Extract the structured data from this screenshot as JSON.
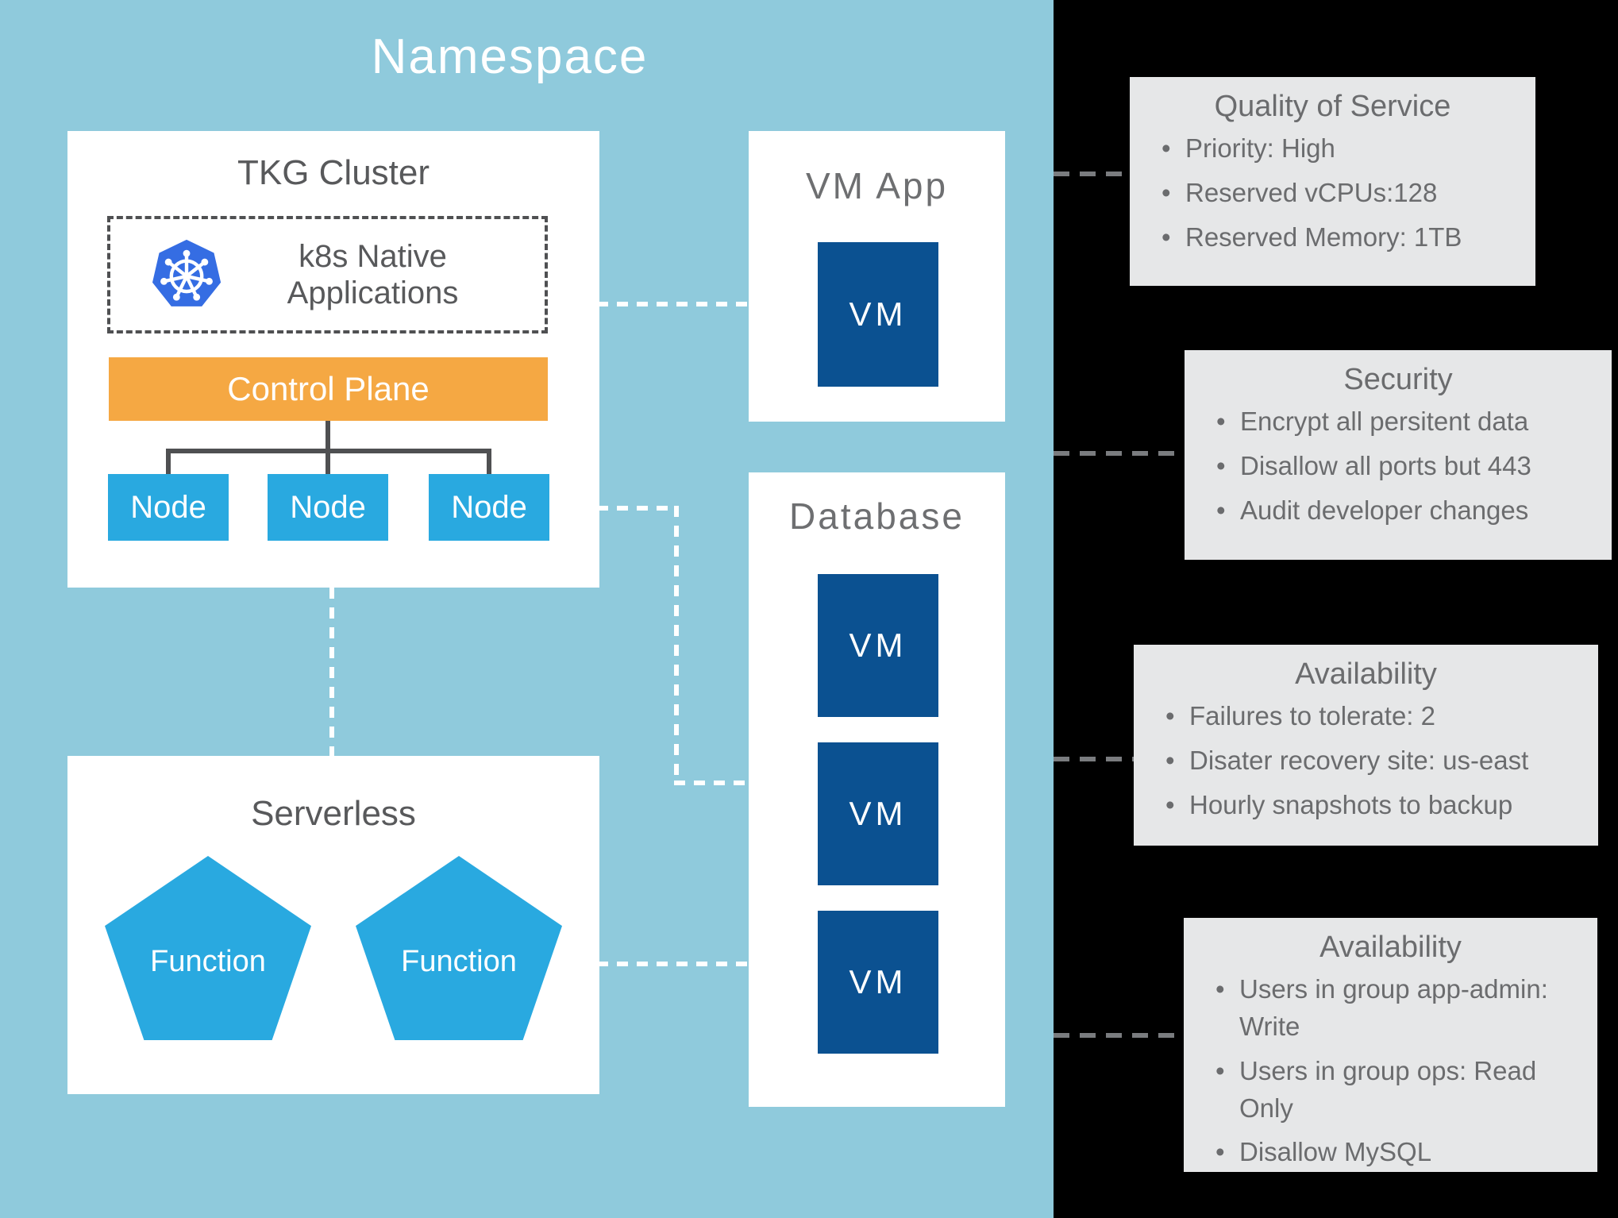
{
  "title": "Namespace",
  "tkg": {
    "title": "TKG Cluster",
    "k8s_apps_label": "k8s Native Applications",
    "control_plane_label": "Control Plane",
    "nodes": [
      "Node",
      "Node",
      "Node"
    ]
  },
  "vm_app": {
    "title": "VM App",
    "vm_label": "VM"
  },
  "database": {
    "title": "Database",
    "vms": [
      "VM",
      "VM",
      "VM"
    ]
  },
  "serverless": {
    "title": "Serverless",
    "functions": [
      "Function",
      "Function"
    ]
  },
  "panels": [
    {
      "title": "Quality of Service",
      "items": [
        "Priority: High",
        "Reserved vCPUs:128",
        "Reserved Memory: 1TB"
      ]
    },
    {
      "title": "Security",
      "items": [
        "Encrypt all persitent data",
        "Disallow all ports but 443",
        "Audit developer changes"
      ]
    },
    {
      "title": "Availability",
      "items": [
        "Failures to tolerate: 2",
        "Disater recovery site: us-east",
        "Hourly snapshots to backup"
      ]
    },
    {
      "title": "Availability",
      "items": [
        "Users in group app-admin: Write",
        "Users in group ops: Read Only",
        "Disallow MySQL"
      ]
    }
  ],
  "icons": {
    "kubernetes": "kubernetes-helm-icon"
  },
  "colors": {
    "background_blue": "#8FCADC",
    "background_black": "#000000",
    "card_white": "#FFFFFF",
    "control_plane_orange": "#F5A843",
    "node_blue": "#29A9E0",
    "vm_dark_blue": "#0B5191",
    "kubernetes_blue": "#356DE3",
    "panel_gray": "#E6E7E8",
    "text_gray": "#58595B"
  }
}
